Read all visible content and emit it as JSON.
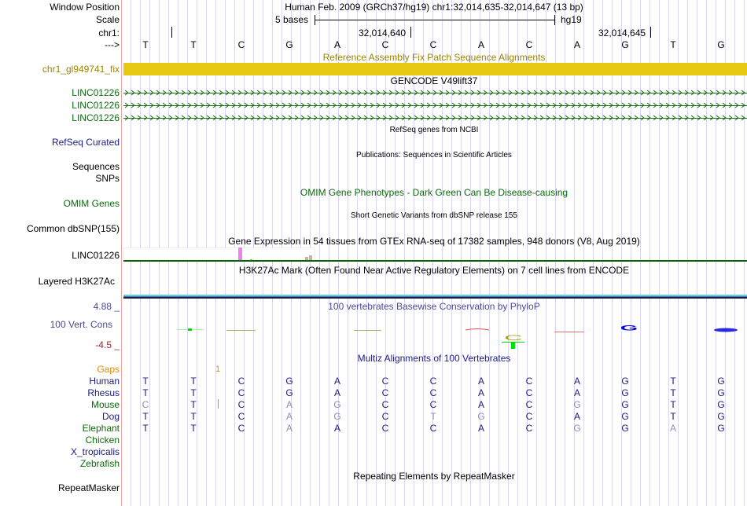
{
  "header": {
    "title": "Human Feb. 2009 (GRCh37/hg19)   chr1:32,014,635-32,014,647 (13 bp)",
    "scale_label": "5 bases",
    "assembly": "hg19",
    "tick1": "32,014,640",
    "tick2": "32,014,645"
  },
  "labels": {
    "window_position": "Window Position",
    "scale": "Scale",
    "chr": "chr1:",
    "strand": "--->",
    "fix": "chr1_gl949741_fix",
    "gene1": "LINC01226",
    "gene2": "LINC01226",
    "gene3": "LINC01226",
    "refseq": "RefSeq Curated",
    "sequences": "Sequences",
    "snps": "SNPs",
    "omim": "OMIM Genes",
    "dbsnp": "Common dbSNP(155)",
    "gtex_gene": "LINC01226",
    "h3k27ac": "Layered H3K27Ac",
    "cons_max": "4.88 _",
    "cons": "100 Vert. Cons",
    "cons_min": "-4.5 _",
    "gaps": "Gaps",
    "repeatmasker": "RepeatMasker"
  },
  "titles": {
    "fix": "Reference Assembly Fix Patch Sequence Alignments",
    "gencode": "GENCODE V49lift37",
    "refseq": "RefSeq genes from NCBI",
    "pubs": "Publications: Sequences in Scientific Articles",
    "omim": "OMIM Gene Phenotypes - Dark Green Can Be Disease-causing",
    "dbsnp": "Short Genetic Variants from dbSNP release 155",
    "gtex": "Gene Expression in 54 tissues from GTEx RNA-seq of 17382 samples, 948 donors (V8, Aug 2019)",
    "h3k27ac": "H3K27Ac Mark (Often Found Near Active Regulatory Elements) on 7 cell lines from ENCODE",
    "phylop": "100 vertebrates Basewise Conservation by PhyloP",
    "multiz": "Multiz Alignments of 100 Vertebrates",
    "rmsk": "Repeating Elements by RepeatMasker"
  },
  "sequence": [
    "T",
    "T",
    "C",
    "G",
    "A",
    "C",
    "C",
    "A",
    "C",
    "A",
    "G",
    "T",
    "G"
  ],
  "gap_count": "1",
  "species": [
    {
      "name": "Human",
      "color": "navy",
      "seq": [
        "T",
        "T",
        "C",
        "G",
        "A",
        "C",
        "C",
        "A",
        "C",
        "A",
        "G",
        "T",
        "G"
      ],
      "mismatch": []
    },
    {
      "name": "Rhesus",
      "color": "navy",
      "seq": [
        "T",
        "T",
        "C",
        "G",
        "A",
        "C",
        "C",
        "A",
        "C",
        "A",
        "G",
        "T",
        "G"
      ],
      "mismatch": []
    },
    {
      "name": "Mouse",
      "color": "green",
      "seq": [
        "C",
        "T",
        "C",
        "A",
        "G",
        "C",
        "C",
        "A",
        "C",
        "G",
        "G",
        "T",
        "G"
      ],
      "mismatch": [
        0,
        3,
        4,
        9
      ]
    },
    {
      "name": "Dog",
      "color": "navy",
      "seq": [
        "T",
        "T",
        "C",
        "A",
        "G",
        "C",
        "T",
        "G",
        "C",
        "A",
        "G",
        "T",
        "G"
      ],
      "mismatch": [
        3,
        4,
        6,
        7
      ]
    },
    {
      "name": "Elephant",
      "color": "green",
      "seq": [
        "T",
        "T",
        "C",
        "A",
        "A",
        "C",
        "C",
        "A",
        "C",
        "G",
        "G",
        "A",
        "G"
      ],
      "mismatch": [
        3,
        9,
        11
      ]
    },
    {
      "name": "Chicken",
      "color": "green",
      "seq": [],
      "mismatch": []
    },
    {
      "name": "X_tropicalis",
      "color": "navy",
      "seq": [],
      "mismatch": []
    },
    {
      "name": "Zebrafish",
      "color": "green",
      "seq": [],
      "mismatch": []
    }
  ],
  "colors": {
    "fix_bar": "#e6c813",
    "gene": "#0b6b0b",
    "navy": "#1b1b80",
    "mismatch": "#8d8db8",
    "gap": "#e08a00"
  }
}
